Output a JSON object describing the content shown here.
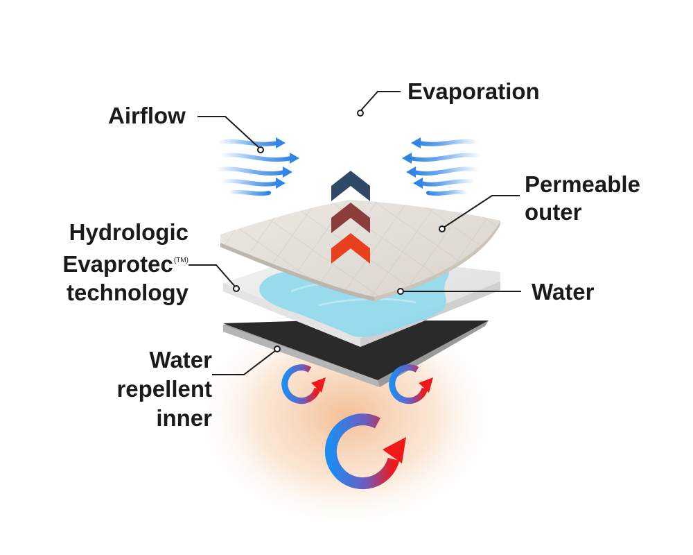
{
  "labels": {
    "evaporation": "Evaporation",
    "airflow": "Airflow",
    "permeable_outer": [
      "Permeable",
      "outer"
    ],
    "hydrologic": [
      "Hydrologic",
      "Evaprotec",
      "technology"
    ],
    "trademark": "(TM)",
    "water": "Water",
    "water_repellent_inner": [
      "Water",
      "repellent",
      "inner"
    ]
  },
  "colors": {
    "airflow_arrow": "#2f86e6",
    "chevron_top": "#2f4a66",
    "chevron_mid": "#8a3d3a",
    "chevron_bottom": "#e8401c",
    "water": "#8fd9ec",
    "outer_layer": "#e3ddd5",
    "inner_layer": "#2a2a2a",
    "cycle_blue": "#1e8df0",
    "cycle_red": "#f01818",
    "warm_glow": "#f2b483"
  },
  "icons": [
    "airflow-arrows-icon",
    "upward-chevrons-icon",
    "circulation-cycle-icon"
  ]
}
